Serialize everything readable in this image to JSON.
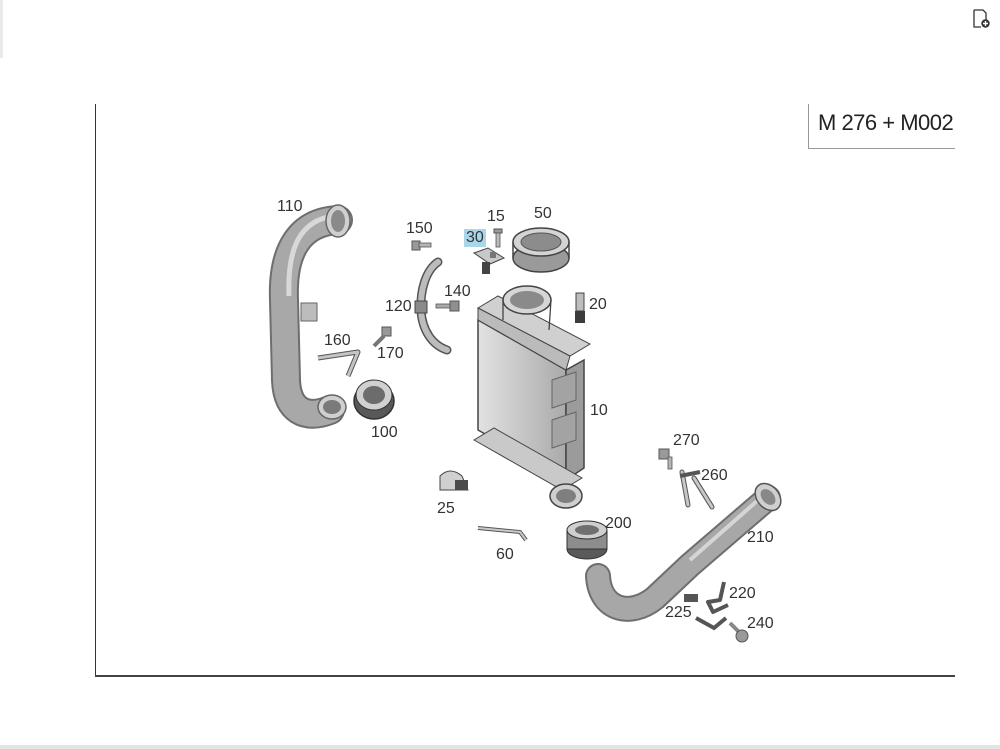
{
  "header": {
    "model_code": "M 276 + M002"
  },
  "toolbar": {
    "export_icon": "export-document-icon"
  },
  "diagram": {
    "selected_part": "30",
    "callouts": [
      {
        "id": "110",
        "label": "110"
      },
      {
        "id": "150",
        "label": "150"
      },
      {
        "id": "15",
        "label": "15"
      },
      {
        "id": "50",
        "label": "50"
      },
      {
        "id": "30",
        "label": "30"
      },
      {
        "id": "140",
        "label": "140"
      },
      {
        "id": "120",
        "label": "120"
      },
      {
        "id": "20",
        "label": "20"
      },
      {
        "id": "160",
        "label": "160"
      },
      {
        "id": "170",
        "label": "170"
      },
      {
        "id": "100",
        "label": "100"
      },
      {
        "id": "10",
        "label": "10"
      },
      {
        "id": "270",
        "label": "270"
      },
      {
        "id": "260",
        "label": "260"
      },
      {
        "id": "25",
        "label": "25"
      },
      {
        "id": "200",
        "label": "200"
      },
      {
        "id": "210",
        "label": "210"
      },
      {
        "id": "60",
        "label": "60"
      },
      {
        "id": "220",
        "label": "220"
      },
      {
        "id": "225",
        "label": "225"
      },
      {
        "id": "240",
        "label": "240"
      }
    ]
  }
}
